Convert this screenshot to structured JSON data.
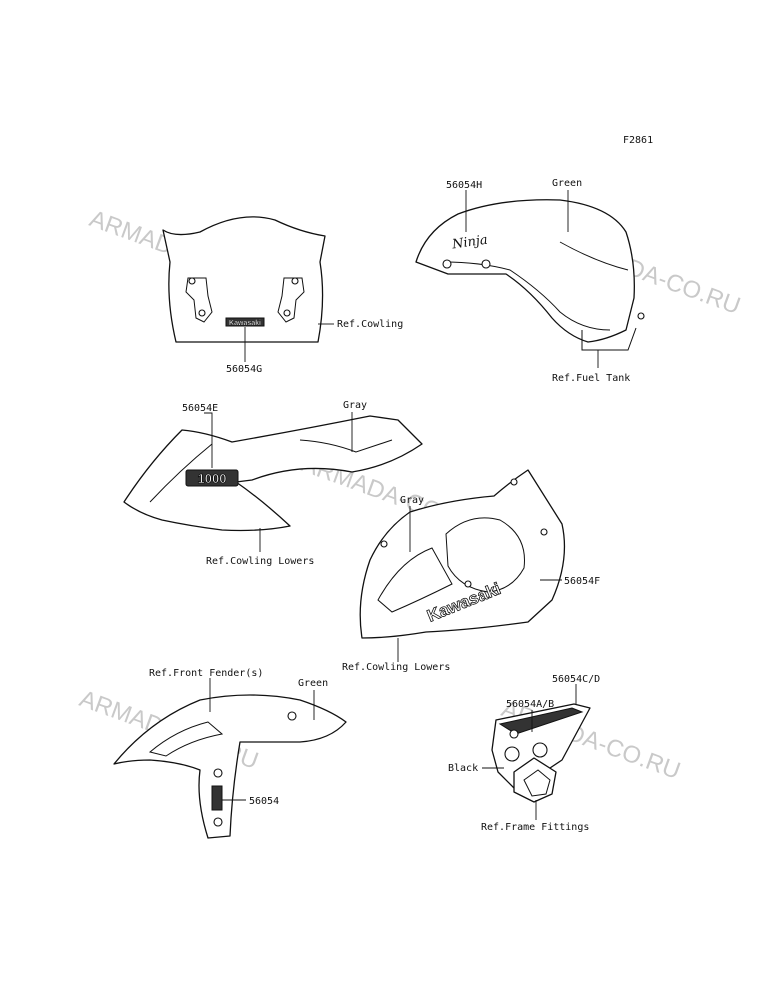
{
  "figure_code": "F2861",
  "watermark": "ARMADA-CO.RU",
  "emblems": {
    "windshield_brand": "Kawasaki",
    "tank_script": "Ninja",
    "cowl_upper_model": "1000",
    "cowl_lower_brand": "Kawasaki"
  },
  "windshield": {
    "part": "56054G",
    "ref": "Ref.Cowling"
  },
  "fuel_tank": {
    "part": "56054H",
    "color": "Green",
    "ref": "Ref.Fuel Tank"
  },
  "cowling_upper": {
    "part": "56054E",
    "color": "Gray",
    "ref": "Ref.Cowling Lowers"
  },
  "cowling_lower": {
    "part": "56054F",
    "color": "Gray",
    "ref": "Ref.Cowling Lowers"
  },
  "front_fender": {
    "ref": "Ref.Front Fender(s)",
    "color": "Green",
    "part": "56054"
  },
  "frame_fittings": {
    "part_cd": "56054C/D",
    "part_ab": "56054A/B",
    "color": "Black",
    "ref": "Ref.Frame Fittings"
  }
}
